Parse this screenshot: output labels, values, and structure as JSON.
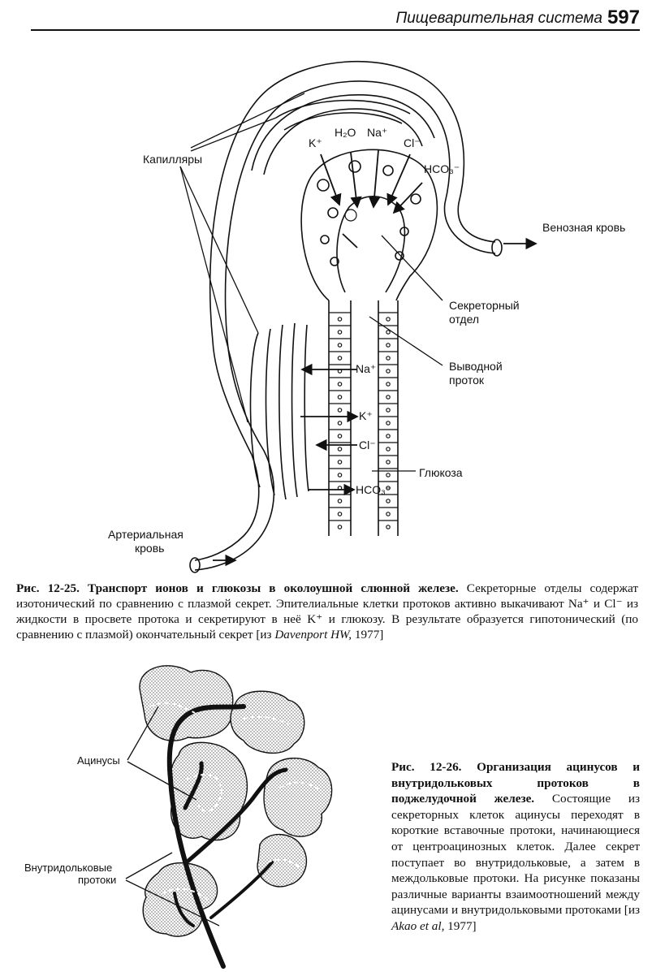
{
  "header": {
    "section": "Пищеварительная система",
    "page": "597"
  },
  "figure1": {
    "labels": {
      "capillaries": "Капилляры",
      "venous": "Венозная кровь",
      "secretory_1": "Секреторный",
      "secretory_2": "отдел",
      "duct_1": "Выводной",
      "duct_2": "проток",
      "glucose": "Глюкоза",
      "arterial_1": "Артериальная",
      "arterial_2": "кровь"
    },
    "ions": {
      "k": "K⁺",
      "h2o": "H₂O",
      "na": "Na⁺",
      "cl": "Cl⁻",
      "hco3": "HCO₃⁻"
    },
    "caption": {
      "number": "Рис. 12-25.",
      "title": "Транспорт ионов и глюкозы в околоушной слюнной железе.",
      "text": "Секреторные отделы содержат изотонический по сравнению с плазмой секрет. Эпителиальные клетки протоков активно выкачивают Na⁺ и Cl⁻ из жидкости в просвете протока и секретируют в неё K⁺ и глюкозу. В результате образуется гипотонический (по сравнению с плазмой) окончательный секрет [из",
      "ref_author": "Davenport HW,",
      "ref_year": "1977]"
    }
  },
  "figure2": {
    "labels": {
      "acini": "Ацинусы",
      "ducts_1": "Внутридольковые",
      "ducts_2": "протоки"
    },
    "caption": {
      "number": "Рис. 12-26.",
      "title": "Организация ацинусов и внутридольковых протоков в поджелудочной железе.",
      "text": "Состоящие из секреторных клеток ацинусы переходят в короткие вставочные протоки, начинающиеся от центроацинозных клеток. Далее секрет поступает во внутридольковые, а затем в междольковые протоки. На рисунке показаны различные варианты взаимоотношений между ацинусами и внутридольковыми протоками [из",
      "ref_author": "Akao et al,",
      "ref_year": "1977]"
    }
  }
}
